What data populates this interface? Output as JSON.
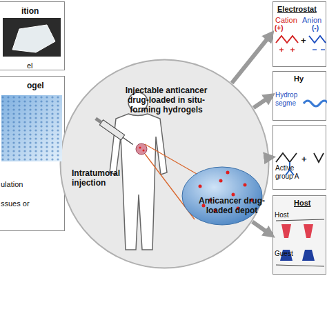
{
  "diagram": {
    "nodes": [
      {
        "text": [
          "ition",
          "el"
        ]
      },
      {
        "text": [
          "ogel",
          "ulation",
          "ssues or"
        ]
      },
      {
        "text": [
          "Injectable anticancer drug-loaded in situ-forming hydrogels",
          "Intratumoral injection",
          "Anticancer drug-loaded depot"
        ]
      },
      {
        "text": [
          "Electrostat",
          "Cation",
          "Anion"
        ]
      },
      {
        "text": [
          "Hy",
          "Hydrop",
          "segme"
        ]
      },
      {
        "text": [
          "Active group A"
        ]
      },
      {
        "text": [
          "Host",
          "Host",
          "Guest"
        ]
      }
    ],
    "edges": [
      {
        "from": 2,
        "to": 3,
        "arrow": "to"
      },
      {
        "from": 2,
        "to": 4,
        "arrow": "to"
      },
      {
        "from": 2,
        "to": 5,
        "arrow": "to"
      },
      {
        "from": 2,
        "to": 6,
        "arrow": "to"
      }
    ],
    "labels": [
      "(+)",
      "(-)",
      "+",
      "+"
    ]
  }
}
